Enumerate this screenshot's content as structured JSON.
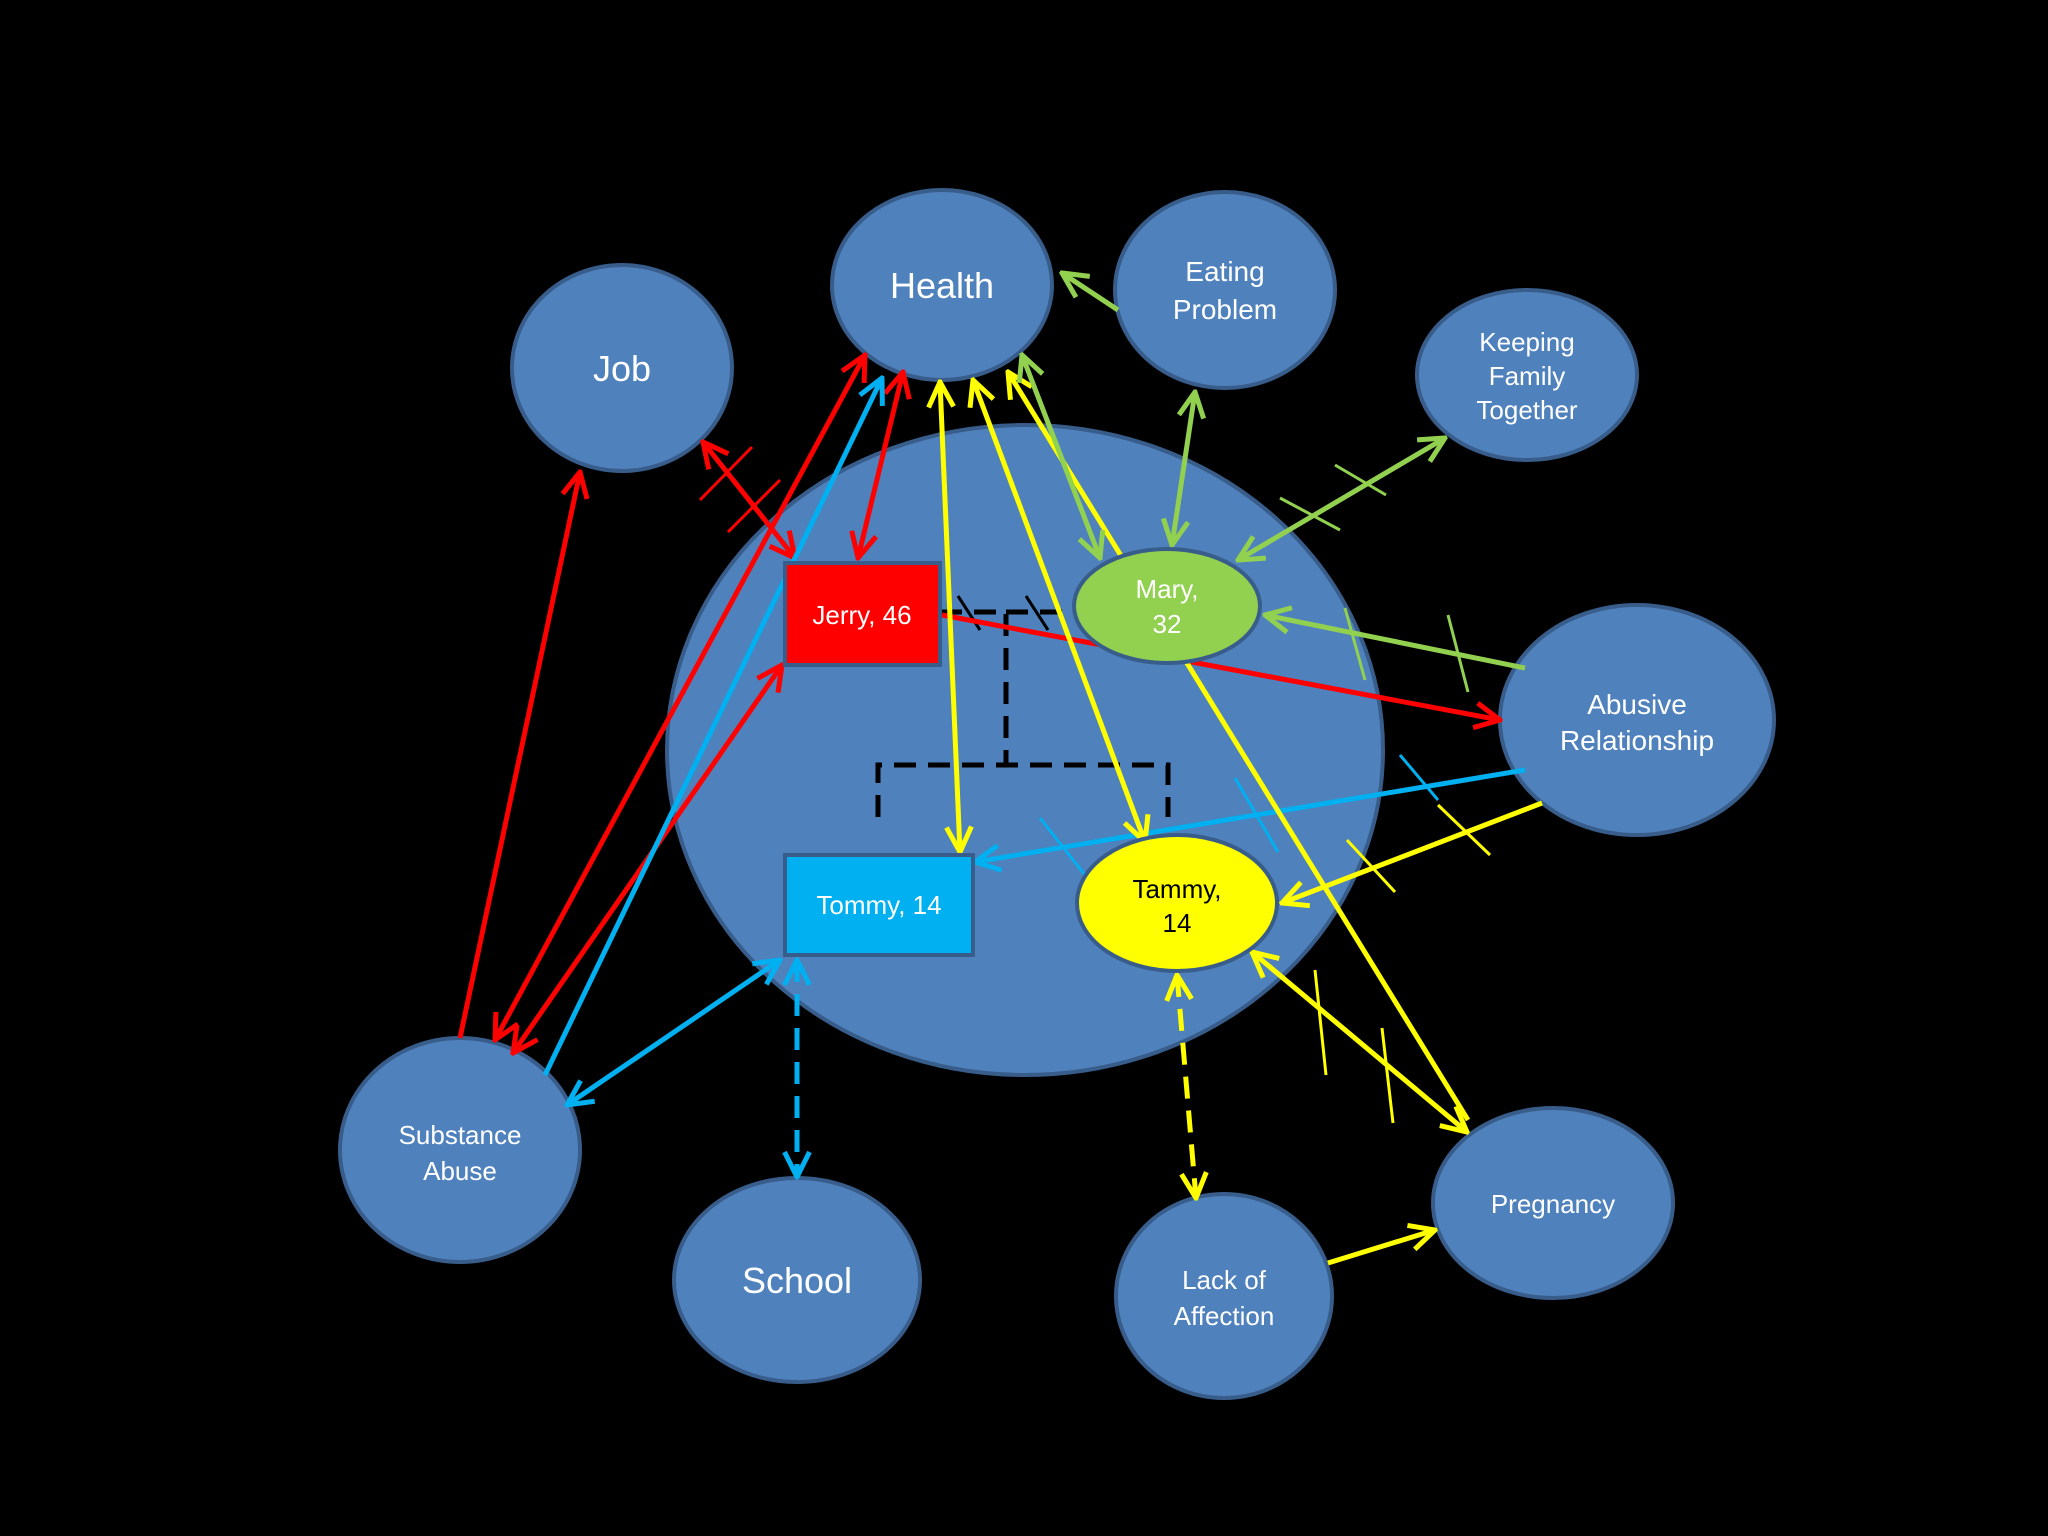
{
  "colors": {
    "background": "#000000",
    "node_fill": "#4F81BD",
    "node_stroke": "#385D8A",
    "jerry": "#FF0000",
    "mary": "#92D050",
    "tommy": "#00B0F0",
    "tammy": "#FFFF00",
    "family_link": "#000000"
  },
  "nodes": {
    "health": "Health",
    "job": "Job",
    "eating_problem": [
      "Eating",
      "Problem"
    ],
    "keeping_family_together": [
      "Keeping",
      "Family",
      "Together"
    ],
    "abusive_relationship": [
      "Abusive",
      "Relationship"
    ],
    "substance_abuse": [
      "Substance",
      "Abuse"
    ],
    "school": "School",
    "lack_of_affection": [
      "Lack of",
      "Affection"
    ],
    "pregnancy": "Pregnancy"
  },
  "family": {
    "jerry": "Jerry, 46",
    "mary": [
      "Mary,",
      "32"
    ],
    "tommy": "Tommy, 14",
    "tammy": [
      "Tammy,",
      "14"
    ]
  },
  "connections": [
    {
      "from": "Jerry, 46",
      "to": "Job",
      "color": "red",
      "type": "stressful, two-way"
    },
    {
      "from": "Jerry, 46",
      "to": "Health",
      "color": "red",
      "type": "two-way"
    },
    {
      "from": "Jerry, 46",
      "to": "Abusive Relationship",
      "color": "red",
      "type": "one-way"
    },
    {
      "from": "Jerry, 46",
      "to": "Substance Abuse",
      "color": "red",
      "type": "two-way"
    },
    {
      "from": "Substance Abuse",
      "to": "Job",
      "color": "red",
      "type": "one-way"
    },
    {
      "from": "Substance Abuse",
      "to": "Health",
      "color": "red",
      "type": "two-way"
    },
    {
      "from": "Substance Abuse",
      "to": "Health",
      "color": "blue",
      "type": "one-way"
    },
    {
      "from": "Tommy, 14",
      "to": "Substance Abuse",
      "color": "blue",
      "type": "two-way"
    },
    {
      "from": "Tommy, 14",
      "to": "School",
      "color": "blue",
      "type": "weak, two-way"
    },
    {
      "from": "Abusive Relationship",
      "to": "Tommy, 14",
      "color": "blue",
      "type": "stressful, one-way"
    },
    {
      "from": "Tommy, 14",
      "to": "Health",
      "color": "yellow",
      "type": "two-way"
    },
    {
      "from": "Tammy, 14",
      "to": "Health",
      "color": "yellow",
      "type": "two-way"
    },
    {
      "from": "Tammy, 14",
      "to": "Lack of Affection",
      "color": "yellow",
      "type": "weak, two-way"
    },
    {
      "from": "Tammy, 14",
      "to": "Pregnancy",
      "color": "yellow",
      "type": "stressful, two-way"
    },
    {
      "from": "Abusive Relationship",
      "to": "Tammy, 14",
      "color": "yellow",
      "type": "stressful, one-way"
    },
    {
      "from": "Pregnancy",
      "to": "Health",
      "color": "yellow",
      "type": "one-way"
    },
    {
      "from": "Lack of Affection",
      "to": "Pregnancy",
      "color": "yellow",
      "type": "one-way"
    },
    {
      "from": "Eating Problem",
      "to": "Health",
      "color": "green",
      "type": "one-way"
    },
    {
      "from": "Mary, 32",
      "to": "Eating Problem",
      "color": "green",
      "type": "two-way"
    },
    {
      "from": "Mary, 32",
      "to": "Health",
      "color": "green",
      "type": "two-way"
    },
    {
      "from": "Mary, 32",
      "to": "Keeping Family Together",
      "color": "green",
      "type": "stressful, two-way"
    },
    {
      "from": "Abusive Relationship",
      "to": "Mary, 32",
      "color": "green",
      "type": "stressful, one-way"
    }
  ]
}
